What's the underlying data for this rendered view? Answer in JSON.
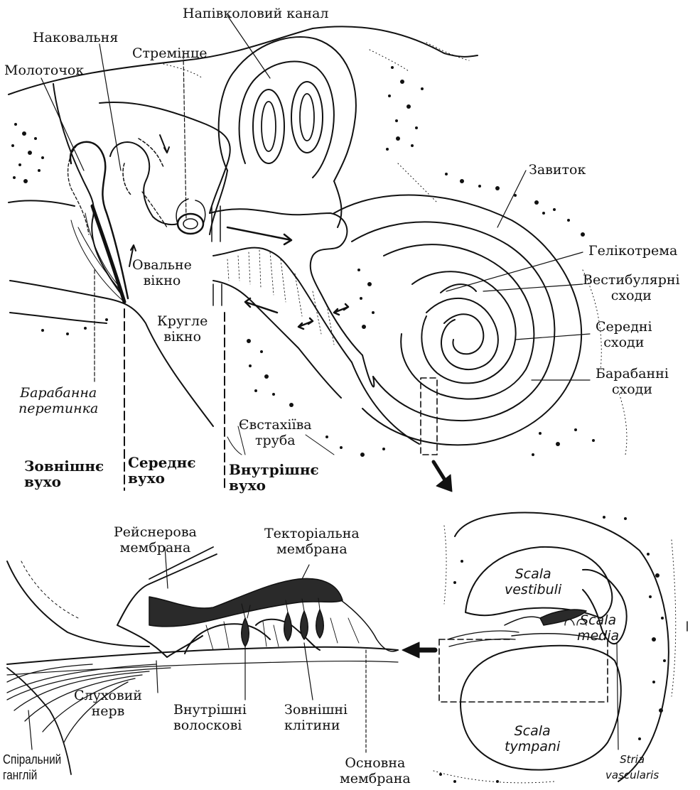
{
  "labels": {
    "semicircular_canal": "Напівколовий канал",
    "incus": "Наковальня",
    "stapes": "Стремінце",
    "malleus": "Молоточок",
    "oval_window": [
      "Овальне",
      "вікно"
    ],
    "round_window": [
      "Кругле",
      "вікно"
    ],
    "cochlea": "Завиток",
    "helicotrema": "Гелікотрема",
    "scala_vestibuli_ua": [
      "Вестибулярні",
      "сходи"
    ],
    "scala_media_ua": [
      "Середні",
      "сходи"
    ],
    "scala_tympani_ua": [
      "Барабанні",
      "сходи"
    ],
    "tympanic_membrane": [
      "Барабанна",
      "перетинка"
    ],
    "eustachian_tube": [
      "Євстахіїва",
      "труба"
    ],
    "outer_ear": [
      "Зовнішнє",
      "вухо"
    ],
    "middle_ear": [
      "Середнє",
      "вухо"
    ],
    "inner_ear": [
      "Внутрішнє",
      "вухо"
    ],
    "reissner_membrane": [
      "Рейснерова",
      "мембрана"
    ],
    "tectorial_membrane": [
      "Текторіальна",
      "мембрана"
    ],
    "auditory_nerve": [
      "Слуховий",
      "нерв"
    ],
    "inner_hair_cells": [
      "Внутрішні",
      "волоскові"
    ],
    "outer_hair_cells": [
      "Зовнішні",
      "клітини"
    ],
    "spiral_ganglion": [
      "Спіральний",
      "ганглій"
    ],
    "basilar_membrane": [
      "Основна",
      "мембрана"
    ],
    "scala_vestibuli_la": [
      "Scala",
      "vestibuli"
    ],
    "scala_media_la": [
      "Scala",
      "media"
    ],
    "scala_tympani_la": [
      "Scala",
      "tympani"
    ],
    "stria_vascularis": [
      "Stria",
      "vascularis"
    ]
  },
  "colors": {
    "ink": "#111111",
    "background": "#ffffff",
    "membrane_fill": "#2a2a2a"
  }
}
